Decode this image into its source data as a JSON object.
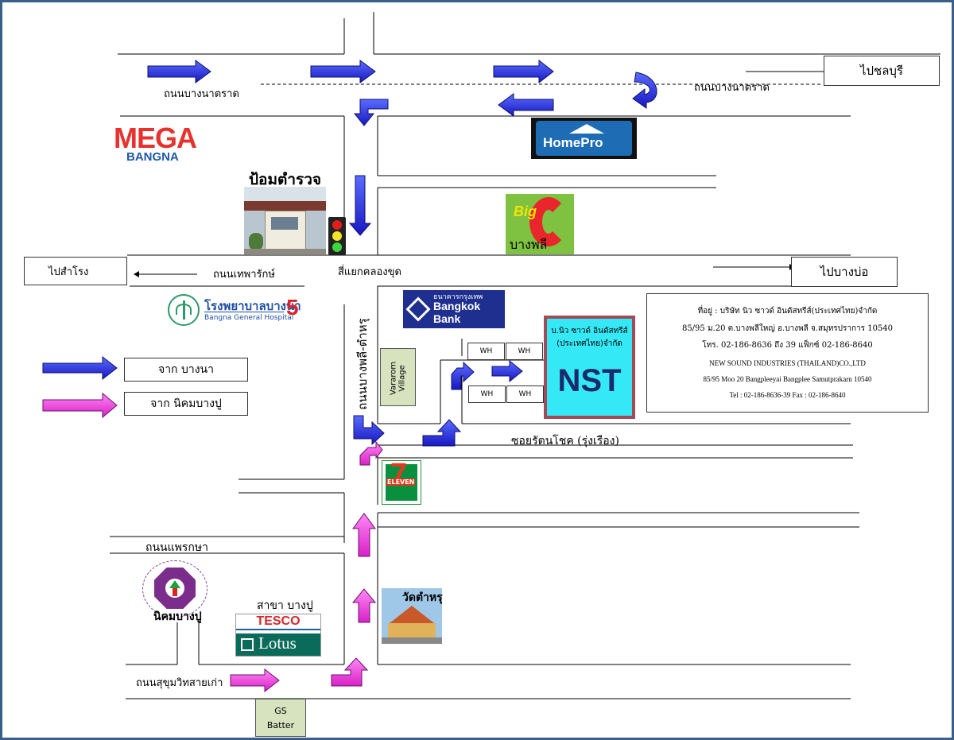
{
  "roads": {
    "bangna_trat_left": "ถนนบางนาตราด",
    "bangna_trat_right": "ถนนบางนาตราด",
    "theparak": "ถนนเทพารักษ์",
    "khlong_khut": "สี่แยกคลองขุด",
    "bangphli_tamru": "ถนนบางพลี-ตำหรุ",
    "soi_rattanachok": "ซอยรัตนโชค (รุ่งเรือง)",
    "phraeksa": "ถนนแพรกษา",
    "sukhumvit_old": "ถนนสุขุมวิทสายเก่า"
  },
  "destinations": {
    "chonburi": "ไปชลบุรี",
    "samrong": "ไปสำโรง",
    "bang_bo": "ไปบางบ่อ"
  },
  "landmarks": {
    "mega_top": "MEGA",
    "mega_bottom": "BANGNA",
    "homepro": "HomePro",
    "police_box": "ป้อมตำรวจ",
    "bigc_logo": "Big",
    "bigc_branch": "บางพลี",
    "hospital_th": "โรงพยาบาลบางนา",
    "hospital_en": "Bangna General Hospital",
    "hospital_num": "5",
    "bbl_th": "ธนาคารกรุงเทพ",
    "bbl_en1": "Bangkok",
    "bbl_en2": "Bank",
    "village_1": "Vararom",
    "village_2": "Village",
    "wh": "WH",
    "nst_th1": "บ.นิว ซาวด์ อินดัสทรีส์",
    "nst_th2": "(ประเทศไทย)จำกัด",
    "nst_logo": "NST",
    "seven_eleven": "ELEVEN",
    "wat": "วัดตำหรุ",
    "nikhom": "นิคมบางปู",
    "lotus_branch": "สาขา บางปู",
    "tesco": "TESCO",
    "lotus": "Lotus",
    "gs_1": "GS",
    "gs_2": "Batter"
  },
  "legend": {
    "blue_label": "จาก บางนา",
    "pink_label": "จาก นิคมบางปู",
    "blue_color": "#2a2ae0",
    "pink_color": "#ee44dd"
  },
  "address": {
    "th_line1": "ที่อยู่ : บริษัท นิว ซาวด์ อินดัสทรีส์(ประเทศไทย)จำกัด",
    "th_line2": "85/95 ม.20 ต.บางพลีใหญ่ อ.บางพลี จ.สมุทรปราการ 10540",
    "th_line3": "โทร. 02-186-8636 ถึง 39  แฟ็กซ์ 02-186-8640",
    "en_line1": "NEW SOUND INDUSTRIES (THAILAND)CO.,LTD",
    "en_line2": "85/95  Moo 20   Bangpleeyai Bangplee   Samutprakarn 10540",
    "en_line3": "Tel : 02-186-8636-39    Fax : 02-186-8640"
  }
}
